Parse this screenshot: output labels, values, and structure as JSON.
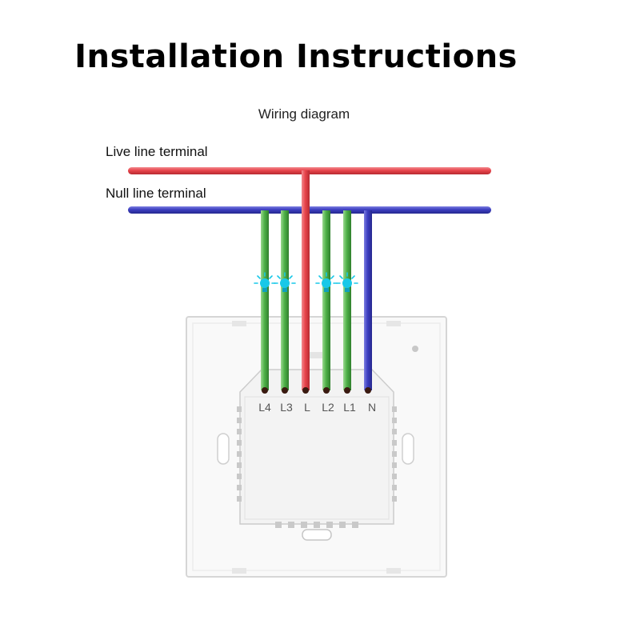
{
  "title": "Installation Instructions",
  "subtitle": "Wiring diagram",
  "terminals": {
    "live": "Live line terminal",
    "null": "Null line terminal"
  },
  "pins": [
    "L4",
    "L3",
    "L",
    "L2",
    "L1",
    "N"
  ],
  "colors": {
    "live_wire": "#e8454c",
    "null_wire": "#3c3ec0",
    "load_wire": "#4fb148",
    "indicator": "#19c8e8",
    "panel": "#f7f7f7"
  }
}
